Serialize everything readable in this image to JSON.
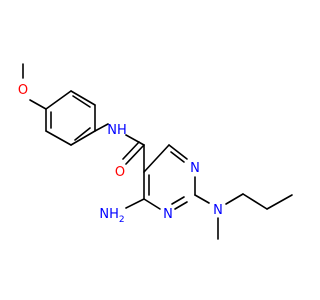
{
  "molecule": {
    "colors": {
      "bond": "#000000",
      "nitrogen": "#0000ff",
      "oxygen": "#ff0000",
      "background": "#ffffff"
    },
    "atom_labels": {
      "methoxy_o": "O",
      "amide_nh": "NH",
      "amide_o": "O",
      "ring_n3": "N",
      "ring_n1": "N",
      "amino_nh2": "NH",
      "amino_sub": "2",
      "amine_n": "N"
    }
  }
}
